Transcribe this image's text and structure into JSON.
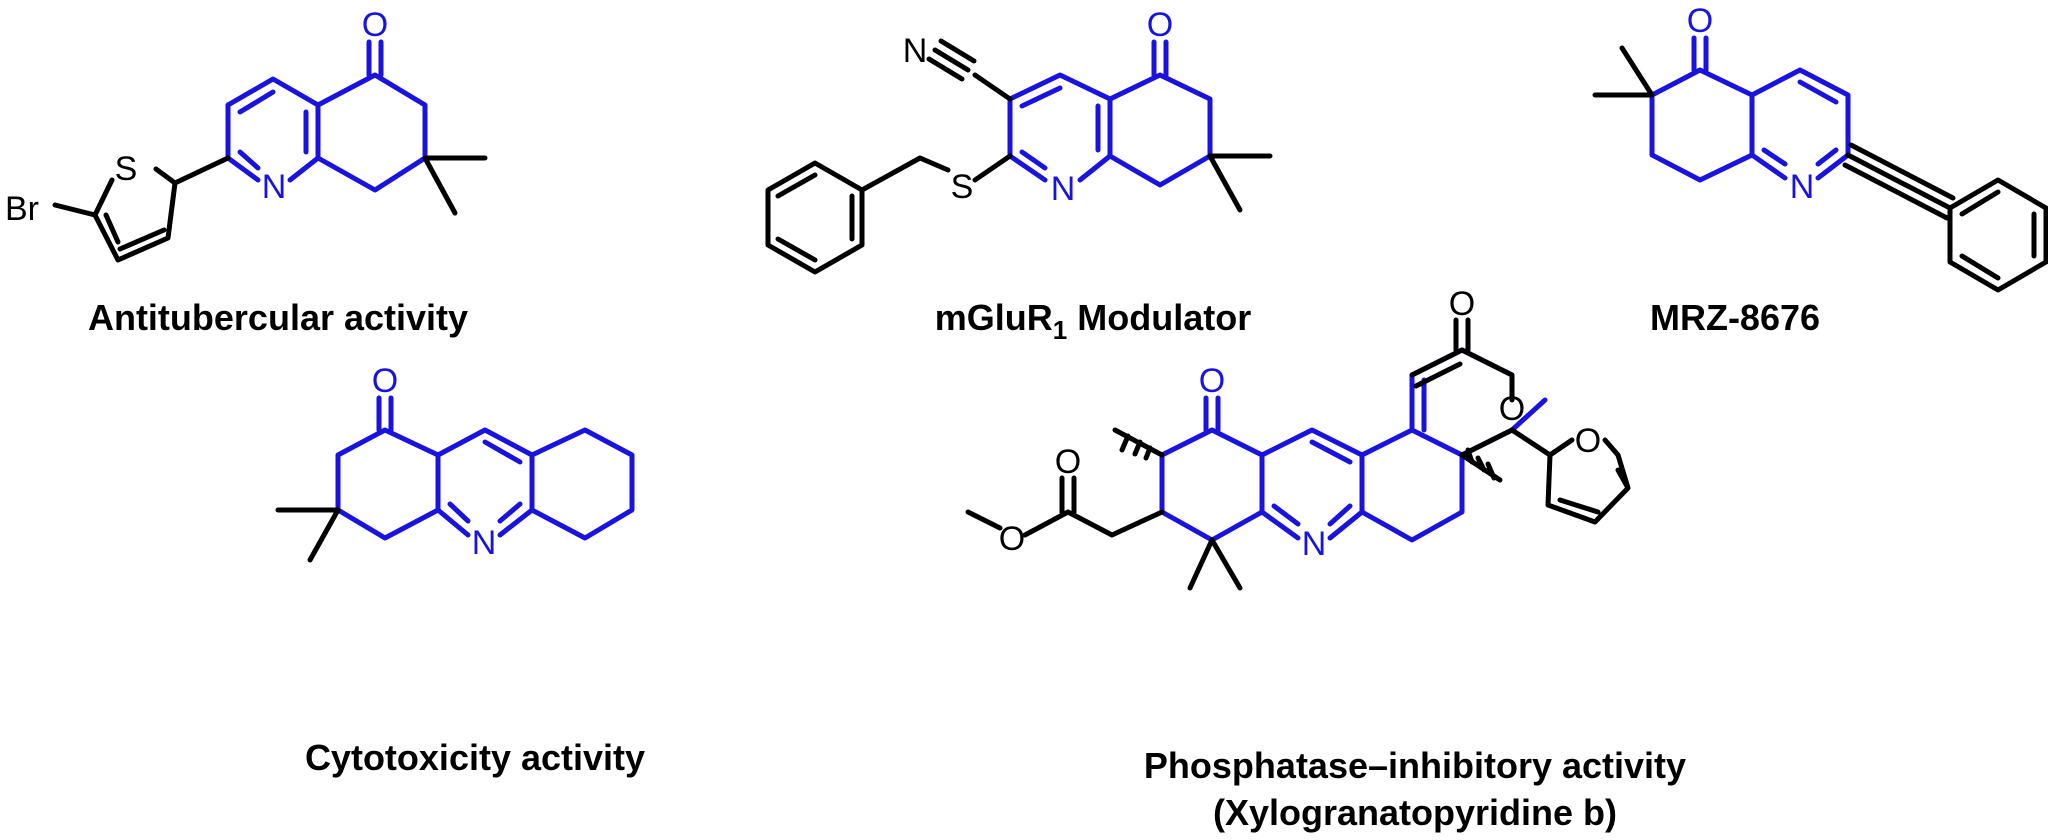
{
  "colors": {
    "scaffold": "#1a13e0",
    "bond": "#000000",
    "background": "#ffffff"
  },
  "compounds": [
    {
      "caption": "Antitubercular activity",
      "atoms": {
        "o": "O",
        "n": "N",
        "s": "S",
        "br": "Br"
      }
    },
    {
      "caption_main": "mGluR",
      "caption_sub": "1",
      "caption_tail": " Modulator",
      "atoms": {
        "o": "O",
        "n": "N",
        "n_nitrile": "N",
        "s": "S"
      }
    },
    {
      "caption": "MRZ-8676",
      "atoms": {
        "o": "O",
        "n": "N"
      }
    },
    {
      "caption": "Cytotoxicity activity",
      "atoms": {
        "o": "O",
        "n": "N"
      }
    },
    {
      "caption_line1": "Phosphatase–inhibitory activity",
      "caption_line2": "(Xylogranatopyridine b)",
      "atoms": {
        "o_ketone": "O",
        "o_lactone_carbonyl": "O",
        "o_lactone_ring": "O",
        "o_furan": "O",
        "o_ester_carbonyl": "O",
        "o_ester_methoxy": "O",
        "n": "N"
      }
    }
  ]
}
